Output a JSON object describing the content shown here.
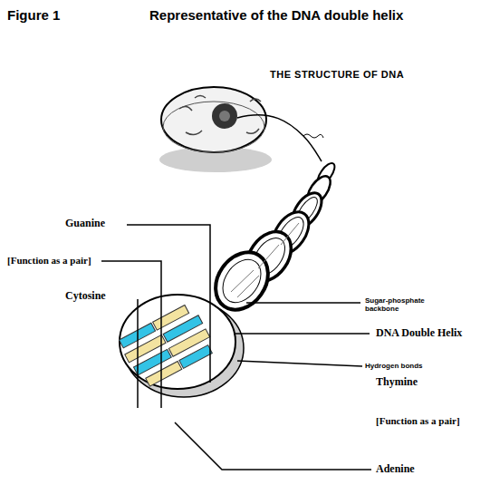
{
  "diagram": {
    "title": "Representative of the DNA double helix",
    "labels": [
      "Figure 1",
      "THE STRUCTURE OF DNA",
      "Guanine",
      "[Function as a pair]",
      "Cytosine",
      "Sugar-phosphate backbone",
      "DNA Double Helix",
      "Hydrogen bonds",
      "Thymine",
      "[Function as a pair]",
      "Adenine"
    ]
  }
}
